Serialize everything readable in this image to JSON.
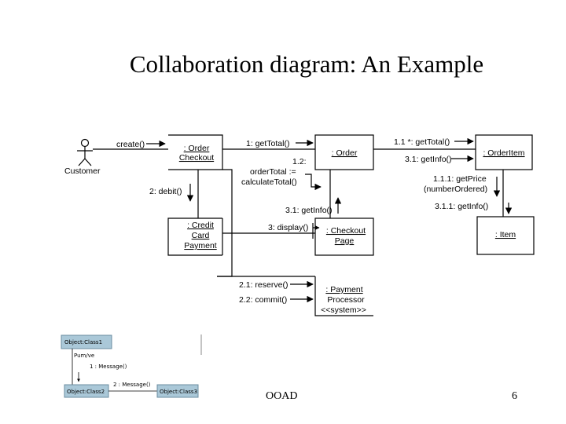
{
  "slide": {
    "title": "Collaboration diagram: An Example",
    "footer_center": "OOAD",
    "page_number": "6"
  },
  "diagram": {
    "actor": "Customer",
    "objects": {
      "order_checkout": [
        ": Order",
        "Checkout"
      ],
      "order": ": Order",
      "order_item": ": OrderItem",
      "credit_card_payment": [
        ": Credit",
        "Card",
        "Payment"
      ],
      "checkout_page": [
        ": Checkout",
        "Page"
      ],
      "item": ": Item",
      "payment_processor": [
        ": Payment",
        "Processor",
        "<<system>>"
      ]
    },
    "messages": {
      "create": "create()",
      "get_total": "1: getTotal()",
      "order_total": [
        "1.2:",
        "orderTotal :=",
        "calculateTotal()"
      ],
      "debit": "2: debit()",
      "item_get_total": "1.1 *: getTotal()",
      "item_get_info": "3.1: getInfo()",
      "get_price": [
        "1.1.1: getPrice",
        "(numberOrdered)"
      ],
      "price_get_info": "3.1.1: getInfo()",
      "page_get_info": "3.1: getInfo()",
      "display": "3: display()",
      "reserve": "2.1: reserve()",
      "commit": "2.2: commit()"
    }
  },
  "legend": {
    "object1": "Object:Class1",
    "role": "Pum/ve",
    "message1": "1 : Message()",
    "object2": "Object:Class2",
    "message2": "2 : Message()",
    "object3": "Object:Class3"
  },
  "colors": {
    "legend_header": "#aac8d8",
    "legend_border": "#6b8ca0"
  }
}
